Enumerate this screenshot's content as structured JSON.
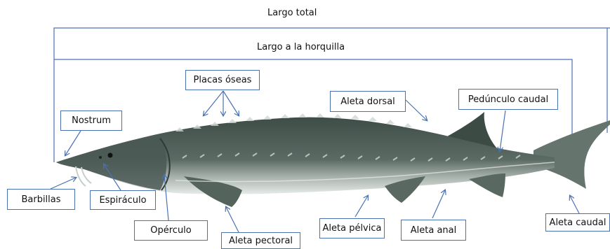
{
  "measures": {
    "total_length": "Largo total",
    "fork_length": "Largo a la horquilla"
  },
  "labels": {
    "bony_plates": "Placas óseas",
    "nostrum": "Nostrum",
    "dorsal_fin": "Aleta dorsal",
    "caudal_peduncle": "Pedúnculo caudal",
    "barbels": "Barbillas",
    "spiracle": "Espiráculo",
    "operculum": "Opérculo",
    "pectoral_fin": "Aleta pectoral",
    "pelvic_fin": "Aleta pélvica",
    "anal_fin": "Aleta anal",
    "caudal_fin": "Aleta caudal"
  },
  "colors": {
    "line": "#4a72b3",
    "fish_body": "#4f5f58",
    "fish_belly": "#dfe4df",
    "fin": "#5e6c66"
  }
}
